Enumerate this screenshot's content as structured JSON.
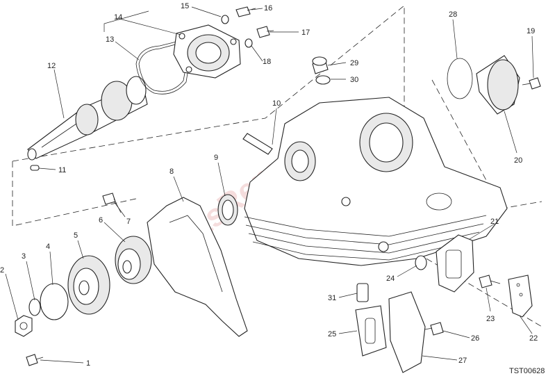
{
  "diagram_code": "TST00628",
  "watermark": "PartsRepublik",
  "callouts": [
    "1",
    "2",
    "3",
    "4",
    "5",
    "6",
    "7",
    "8",
    "9",
    "10",
    "11",
    "12",
    "13",
    "14",
    "15",
    "16",
    "17",
    "18",
    "19",
    "20",
    "21",
    "22",
    "23",
    "24",
    "25",
    "26",
    "27",
    "28",
    "29",
    "30",
    "31"
  ]
}
